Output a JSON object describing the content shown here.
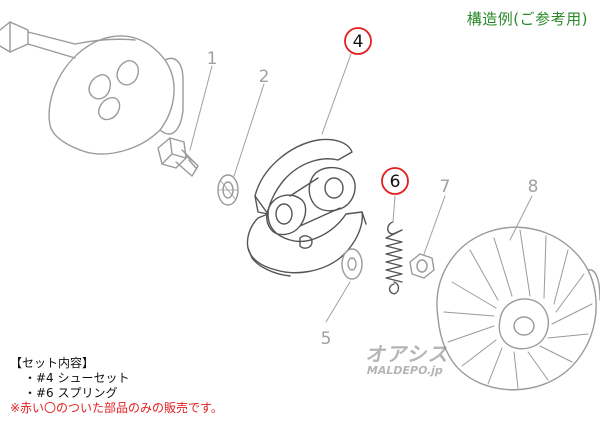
{
  "header": {
    "title": "構造例(ご参考用)",
    "title_color": "#2a8a2a"
  },
  "callouts": [
    {
      "number": "1",
      "highlighted": false
    },
    {
      "number": "2",
      "highlighted": false
    },
    {
      "number": "4",
      "highlighted": true
    },
    {
      "number": "5",
      "highlighted": false
    },
    {
      "number": "6",
      "highlighted": true
    },
    {
      "number": "7",
      "highlighted": false
    },
    {
      "number": "8",
      "highlighted": false
    }
  ],
  "highlight_color": "#e02020",
  "set_info": {
    "heading": "【セット内容】",
    "items": [
      "・#4 シューセット",
      "・#6 スプリング"
    ],
    "note": "※赤い〇のついた部品のみの販売です。",
    "note_color": "#e02020"
  },
  "watermark": {
    "logo_text": "オアシス",
    "site_text": "MALDEPO.jp"
  }
}
